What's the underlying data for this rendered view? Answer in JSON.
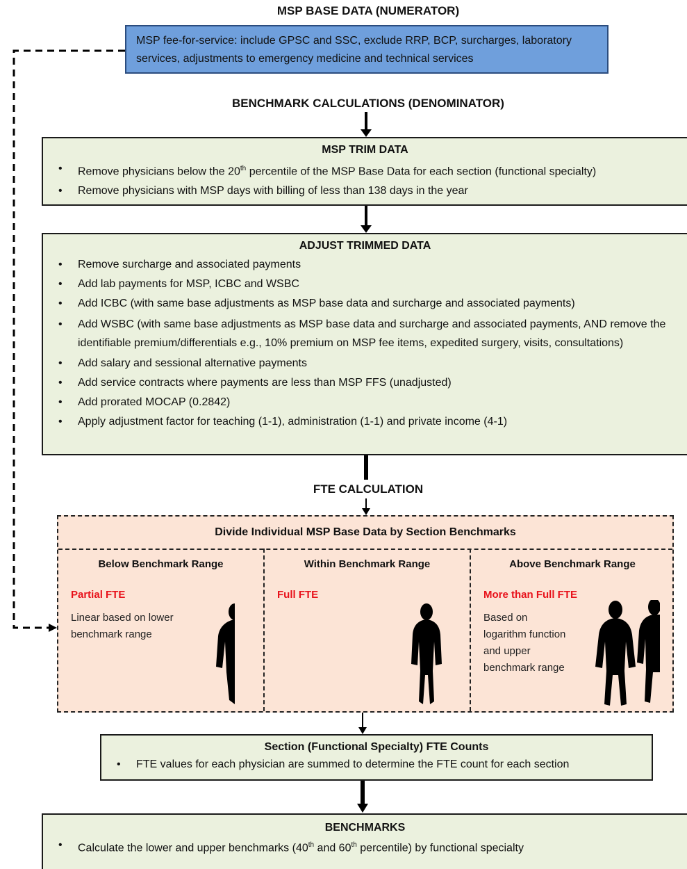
{
  "msp_base": {
    "heading": "MSP BASE DATA (NUMERATOR)",
    "text": "MSP fee-for-service: include GPSC and SSC, exclude RRP, BCP, surcharges, laboratory services, adjustments to emergency medicine and technical services"
  },
  "benchmark_heading": "BENCHMARK CALCULATIONS (DENOMINATOR)",
  "trim": {
    "title": "MSP TRIM DATA",
    "items": [
      {
        "before": "Remove physicians below the 20",
        "sup": "th",
        "after": " percentile of the MSP Base Data for each section (functional specialty)"
      },
      {
        "before": "Remove physicians with MSP days with billing of less than 138 days in the year",
        "sup": "",
        "after": ""
      }
    ]
  },
  "adjust": {
    "title": "ADJUST TRIMMED DATA",
    "items": [
      "Remove surcharge and associated payments",
      "Add lab payments for MSP, ICBC and WSBC",
      "Add ICBC (with same base adjustments as MSP base data and surcharge and associated payments)",
      "Add WSBC (with same base adjustments as MSP base data and surcharge and associated payments, AND remove the identifiable premium/differentials e.g., 10% premium on MSP fee items, expedited surgery, visits, consultations)",
      "Add salary and sessional alternative payments",
      "Add service contracts where payments are less than MSP FFS (unadjusted)",
      "Add prorated MOCAP (0.2842)",
      "Apply adjustment factor for teaching (1-1), administration (1-1) and private income (4-1)"
    ]
  },
  "fte_heading": "FTE CALCULATION",
  "divide": {
    "title": "Divide Individual MSP Base Data by Section Benchmarks",
    "columns": [
      {
        "title": "Below Benchmark Range",
        "fte": "Partial FTE",
        "desc_lines": [
          "Linear based on lower",
          "benchmark range"
        ],
        "figure": "partial-person-icon"
      },
      {
        "title": "Within Benchmark Range",
        "fte": "Full FTE",
        "desc_lines": [],
        "figure": "full-person-icon"
      },
      {
        "title": "Above Benchmark Range",
        "fte": "More than Full FTE",
        "desc_lines": [
          "Based on",
          "logarithm function",
          "and upper",
          "benchmark range"
        ],
        "figure": "two-persons-icon"
      }
    ]
  },
  "section_counts": {
    "title": "Section (Functional Specialty) FTE Counts",
    "item": "FTE values for each physician are summed to determine the FTE count for each section"
  },
  "benchmarks": {
    "title": "BENCHMARKS",
    "item": {
      "before": "Calculate the lower and upper benchmarks (40",
      "sup1": "th",
      "mid": " and 60",
      "sup2": "th",
      "after": " percentile) by functional specialty"
    }
  },
  "colors": {
    "blue_box": "#6f9fdc",
    "green_box": "#ebf1de",
    "peach_box": "#fce4d6",
    "fte_label": "#e8121b"
  }
}
